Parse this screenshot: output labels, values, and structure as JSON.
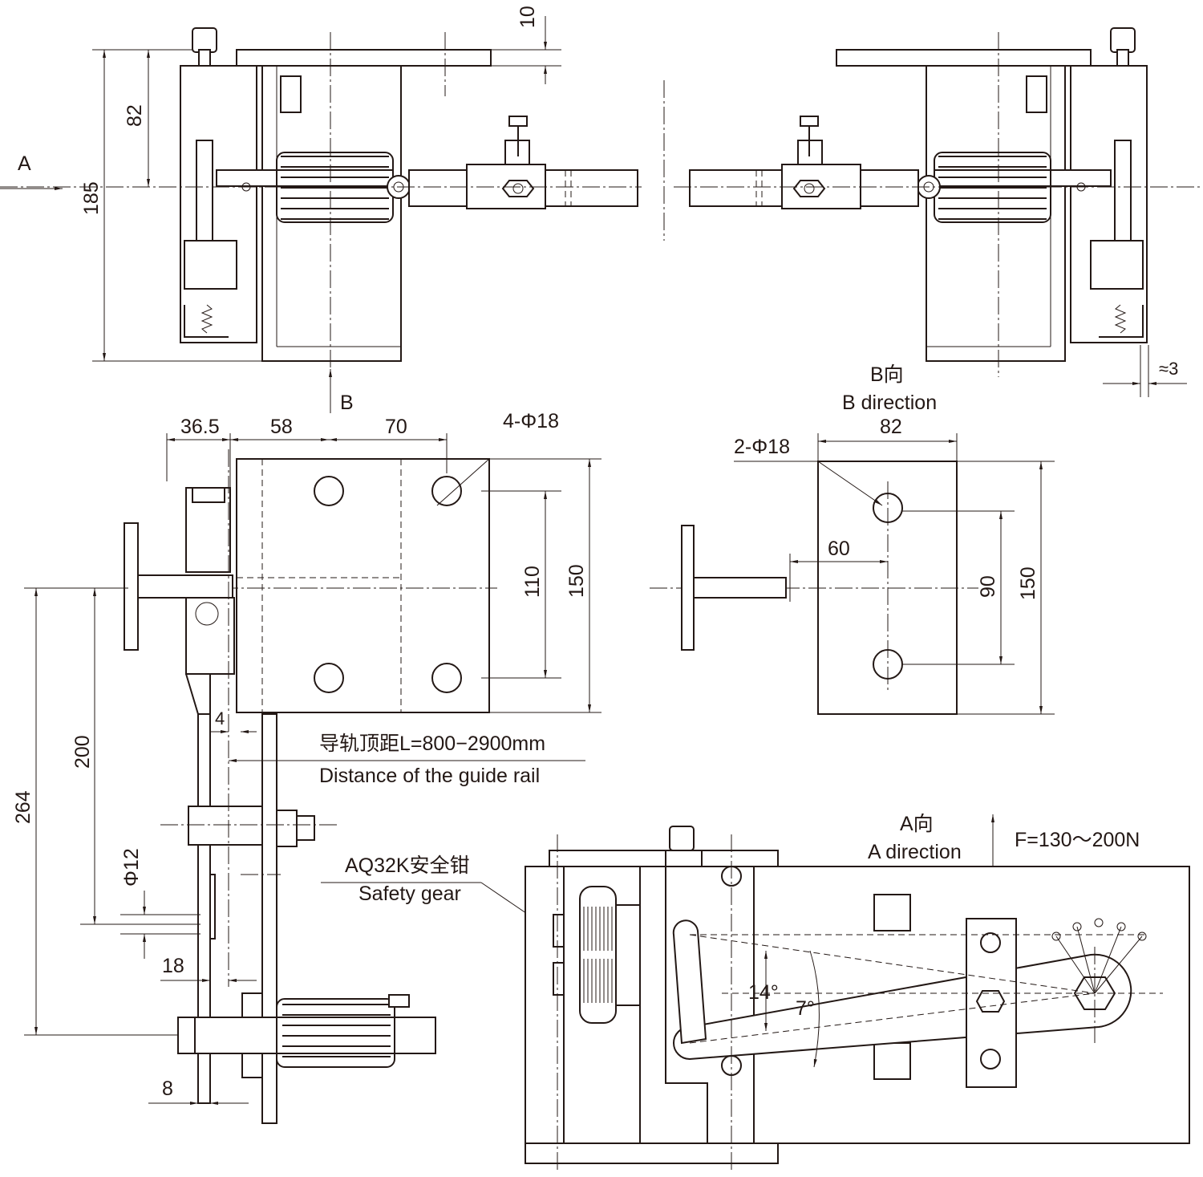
{
  "top_view": {
    "dim_10": "10",
    "dim_82": "82",
    "dim_185": "185",
    "arrow_a": "A",
    "arrow_b": "B",
    "dim_approx3": "≈3"
  },
  "b_view": {
    "title_cn": "B向",
    "title_en": "B direction",
    "dim_82": "82",
    "holes": "2-Φ18",
    "dim_60": "60",
    "dim_90": "90",
    "dim_150": "150"
  },
  "side_view": {
    "dim_36_5": "36.5",
    "dim_58": "58",
    "dim_70": "70",
    "holes": "4-Φ18",
    "dim_110": "110",
    "dim_150": "150",
    "dim_264": "264",
    "dim_200": "200",
    "dim_4": "4",
    "rail_distance_cn": "导轨顶距L=800−2900mm",
    "rail_distance_en": "Distance of the guide rail",
    "dim_phi12": "Φ12",
    "dim_18": "18",
    "dim_8": "8"
  },
  "a_view": {
    "gear_cn": "AQ32K安全钳",
    "gear_en": "Safety gear",
    "title_cn": "A向",
    "title_en": "A direction",
    "force": "F=130～200N",
    "angle_14": "14°",
    "angle_7": "7°"
  }
}
